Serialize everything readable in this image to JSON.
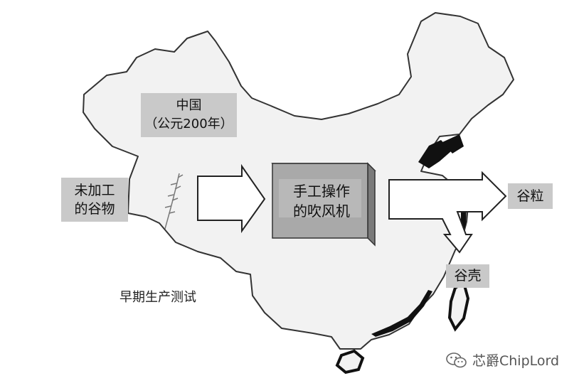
{
  "labels": {
    "china": "中国\n（公元200年）",
    "raw_grain": "未加工\n的谷物",
    "machine": "手工操作\n的吹风机",
    "grain": "谷粒",
    "husk": "谷壳",
    "caption": "早期生产测试"
  },
  "watermark": {
    "text": "芯爵ChipLord",
    "icon": "wechat-icon"
  },
  "colors": {
    "map_fill": "#f2f2f2",
    "map_outline": "#333333",
    "label_bg": "#c9c9c9",
    "box_front": "#a9a9a9",
    "box_top": "#d9d9d9",
    "box_side": "#7a7a7a",
    "coast_dark": "#111111"
  }
}
